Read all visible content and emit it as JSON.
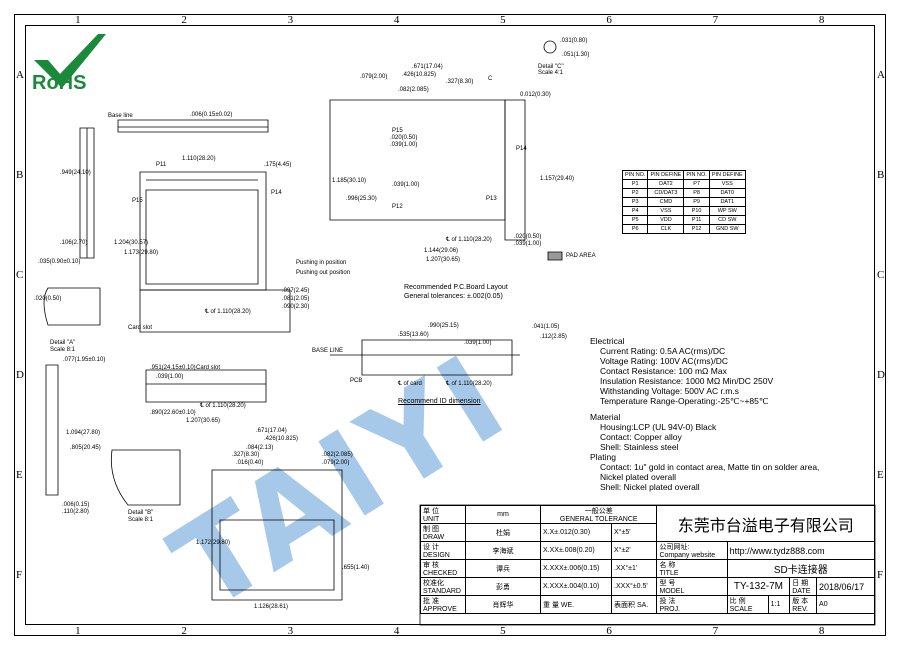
{
  "zones": {
    "columns": [
      "1",
      "2",
      "3",
      "4",
      "5",
      "6",
      "7",
      "8"
    ],
    "rows": [
      "A",
      "B",
      "C",
      "D",
      "E",
      "F"
    ]
  },
  "logo": {
    "text": "RoHS"
  },
  "watermark": {
    "text": "TAIYI"
  },
  "labels": {
    "base_line_small": "Base line",
    "detail_a": "Detail \"A\"",
    "detail_a_scale": "Scale 8:1",
    "detail_b": "Detail \"B\"",
    "detail_b_scale": "Scale 8:1",
    "detail_c": "Detail \"C\"",
    "detail_c_scale": "Scale 4:1",
    "card_slot": "Card slot",
    "pushing_in": "Pushing in position",
    "pushing_out": "Pushing out position",
    "recommended_pcb": "Recommended P.C.Board Layout",
    "general_tol": "General tolerances: ±.002(0.05)",
    "pad_area": "PAD AREA",
    "base_line": "BASE LINE",
    "pcb": "PCB",
    "cl_card": "℄ of card",
    "cl_card_dim": "℄ of 1.110(28.20)",
    "recommend_id": "Recommend ID dimension",
    "cl_card_dim2": "℄ of 1.110(28.20)"
  },
  "dims": {
    "d0006": ".006(0.15±0.02)",
    "d1110": "1.110(28.20)",
    "d0175": ".175(4.45)",
    "p11": "P11",
    "p14": "P14",
    "p15": "P15",
    "p12": "P12",
    "p13": "P13",
    "d0106": ".106(2.70)",
    "d0949": ".949(24.10)",
    "d0035": ".035(0.90±0.10)",
    "d1204": "1.204(30.57)",
    "d1173": "1.173(29.80)",
    "d0097": ".097(2.45)",
    "d0081": ".081(2.05)",
    "d0090": ".090(2.30)",
    "cl1110": "℄ of 1.110(28.20)",
    "d0951": ".951(24.15±0.10)",
    "d0039": ".039(1.00)",
    "d0890": ".890(22.60±0.10)",
    "d1207": "1.207(30.65)",
    "d0077": ".077(1.95±0.10)",
    "d1094": "1.094(27.80)",
    "d0805": ".805(20.45)",
    "d0006b": ".006(0.15)",
    "d0110": ".110(2.80)",
    "d0020": ".020(0.50)",
    "d0671": ".671(17.04)",
    "d0426": ".426(10.825)",
    "d0327": ".327(8.30)",
    "d0016": ".016(0.40)",
    "d0084": ".084(2.13)",
    "d0082": ".082(2.085)",
    "d0079": ".079(2.00)",
    "d1126": "1.126(28.61)",
    "d1172": "1.172(29.80)",
    "d0655": ".655(1.40)",
    "d0031": ".031(0.80)",
    "d0051": ".051(1.30)",
    "t0671": ".671(17.04)",
    "t0426": ".426(10.825)",
    "t0327": ".327(8.30)",
    "t0079": ".079(2.00)",
    "t0082": ".082(2.085)",
    "c_mark": "C",
    "t0012": "0.012(0.30)",
    "t1185": "1.185(30.10)",
    "t1157": "1.157(29.40)",
    "t1144": "1.144(29.06)",
    "t1207": "1.207(30.65)",
    "t0020": ".020(0.50)",
    "t0039": ".039(1.00)",
    "t0996": ".996(25.30)",
    "cl2": "℄ of 1.110(28.20)",
    "r0990": ".990(25.15)",
    "r0535": ".535(13.60)",
    "r0039": ".039(1.00)",
    "r0041": ".041(1.05)",
    "r0112": ".112(2.85)"
  },
  "pin_table": {
    "headers": [
      "PIN NO.",
      "PIN DEFINE",
      "PIN NO.",
      "PIN DEFINE"
    ],
    "rows": [
      [
        "P1",
        "DAT2",
        "P7",
        "VSS"
      ],
      [
        "P2",
        "CD/DAT3",
        "P8",
        "DAT0"
      ],
      [
        "P3",
        "CMD",
        "P9",
        "DAT1"
      ],
      [
        "P4",
        "VSS",
        "P10",
        "WP  SW"
      ],
      [
        "P5",
        "VDD",
        "P11",
        "CD  SW"
      ],
      [
        "P6",
        "CLK",
        "P12",
        "GND  SW"
      ]
    ]
  },
  "specs": {
    "electrical_title": "Electrical",
    "electrical": [
      "Current Rating: 0.5A AC(rms)/DC",
      "Voltage Rating: 100V AC(rms)/DC",
      "Contact Resistance: 100 mΩ Max",
      "Insulation Resistance: 1000 MΩ Min/DC 250V",
      "Withstanding Voltage: 500V AC r.m.s",
      "Temperature Range-Operating:-25℃~+85℃"
    ],
    "material_title": "Material",
    "material": [
      "Housing:LCP (UL 94V-0)  Black",
      "Contact: Copper alloy",
      "Shell: Stainless steel"
    ],
    "plating_title": "Plating",
    "plating": [
      "Contact: 1u\" gold in contact area, Matte tin on solder area,",
      "Nickel plated overall",
      "Shell: Nickel plated overall"
    ]
  },
  "title_block": {
    "unit_label": "单 位",
    "unit_label_en": "UNIT",
    "unit_value": "mm",
    "tol_label": "一般公差",
    "tol_label_en": "GENERAL TOLERANCE",
    "draw_label": "制 图",
    "draw_label_en": "DRAW",
    "draw_value": "杜娟",
    "design_label": "设 计",
    "design_label_en": "DESIGN",
    "design_value": "李海斌",
    "check_label": "审 核",
    "check_label_en": "CHECKED",
    "check_value": "谭兵",
    "std_label": "校准化",
    "std_label_en": "STANDARD",
    "std_value": "彭勇",
    "approve_label": "批 准",
    "approve_label_en": "APPROVE",
    "approve_value": "肖辉华",
    "tol1": "X.X±.012(0.30)",
    "tol1b": "X°±5'",
    "tol2": "X.XX±.008(0.20)",
    "tol2b": "X°±2'",
    "tol3": "X.XXX±.006(0.15)",
    "tol3b": ".XX°±1'",
    "tol4": "X.XXX±.004(0.10)",
    "tol4b": ".XXX°±0.5'",
    "weight_label": "重 量",
    "weight_label_en": "WE.",
    "surface_label": "表面积",
    "surface_label_en": "SA.",
    "company": "东莞市台溢电子有限公司",
    "website_label": "公司网址:",
    "website_label_en": "Company website",
    "website": "http://www.tydz888.com",
    "name_label": "名 称",
    "name_label_en": "TITLE",
    "name_value": "SD卡连接器",
    "model_label": "型 号",
    "model_label_en": "MODEL",
    "model_value": "TY-132-7M",
    "date_label": "日 期",
    "date_label_en": "DATE",
    "date_value": "2018/06/17",
    "proj_label": "投 法",
    "proj_label_en": "PROJ.",
    "scale_label": "比 例",
    "scale_label_en": "SCALE",
    "scale_value": "1:1",
    "rev_label": "版 本",
    "rev_label_en": "REV.",
    "rev_value": "A0"
  }
}
